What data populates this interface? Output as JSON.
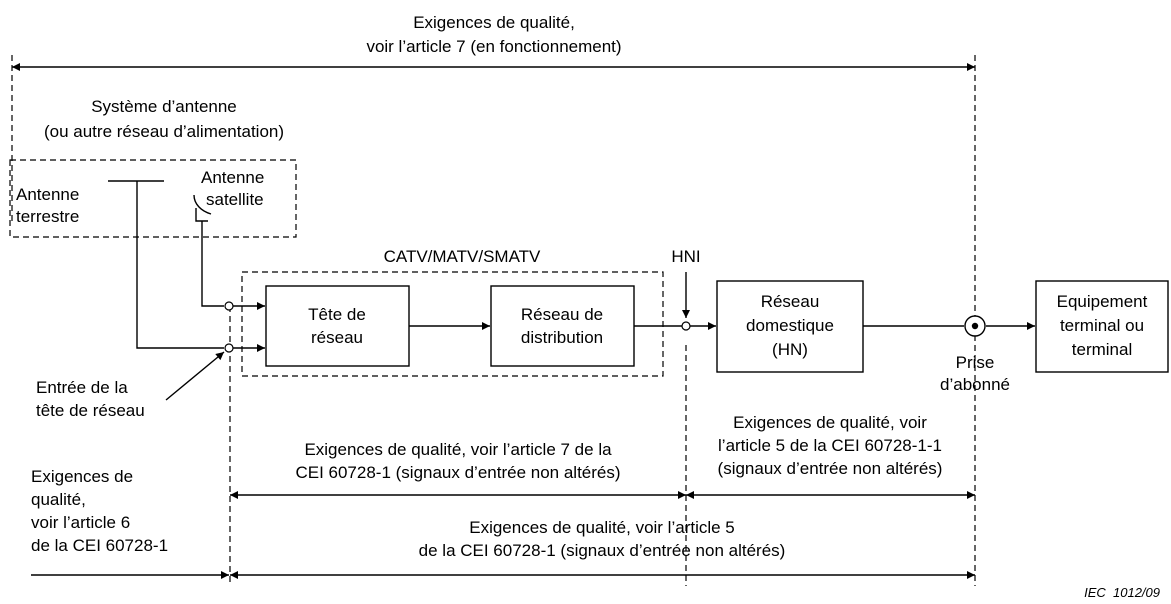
{
  "top_requirement": [
    "Exigences de qualité,",
    "voir l’article 7 (en fonctionnement)"
  ],
  "antenna_system": {
    "title": [
      "Système d’antenne",
      "(ou autre réseau d’alimentation)"
    ],
    "terrestrial": [
      "Antenne",
      "terrestre"
    ],
    "satellite": [
      "Antenne",
      "satellite"
    ]
  },
  "headend_group": {
    "title": "CATV/MATV/SMATV",
    "headend": [
      "Tête de",
      "réseau"
    ],
    "distribution": [
      "Réseau de",
      "distribution"
    ]
  },
  "hni_label": "HNI",
  "home_network": [
    "Réseau",
    "domestique",
    "(HN)"
  ],
  "terminal": [
    "Equipement",
    "terminal ou",
    "terminal"
  ],
  "outlet": [
    "Prise",
    "d’abonné"
  ],
  "headend_input": [
    "Entrée de la",
    "tête de réseau"
  ],
  "req_article6": [
    "Exigences de",
    "qualité,",
    "voir l’article 6",
    "de la CEI 60728-1"
  ],
  "req_article7_cei": [
    "Exigences de qualité, voir l’article 7 de la",
    "CEI 60728-1 (signaux d’entrée non altérés)"
  ],
  "req_article5_cei_1_1": [
    "Exigences de qualité, voir",
    "l’article 5 de la CEI 60728-1-1",
    "(signaux d’entrée non altérés)"
  ],
  "req_article5_cei": [
    "Exigences de qualité, voir l’article 5",
    "de la CEI 60728-1 (signaux d’entrée non altérés)"
  ],
  "figure_ref": "IEC  1012/09"
}
